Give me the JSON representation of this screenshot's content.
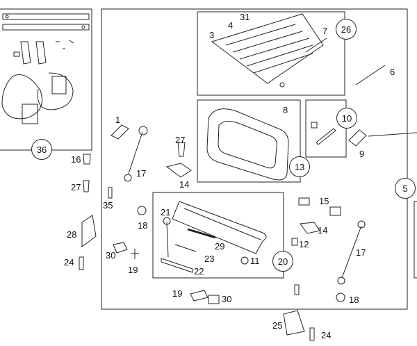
{
  "callouts": {
    "c1": "1",
    "c3": "3",
    "c4": "4",
    "c5": "5",
    "c6": "6",
    "c7": "7",
    "c8": "8",
    "c9": "9",
    "c10": "10",
    "c12": "12",
    "c13": "13",
    "c14a": "14",
    "c14b": "14",
    "c15": "15",
    "c16": "16",
    "c17a": "17",
    "c17b": "17",
    "c18a": "18",
    "c18b": "18",
    "c19a": "19",
    "c19b": "19",
    "c20": "20",
    "c21": "21",
    "c22": "22",
    "c23": "23",
    "c24a": "24",
    "c24b": "24",
    "c25": "25",
    "c26": "26",
    "c27a": "27",
    "c27b": "27",
    "c28": "28",
    "c29": "29",
    "c30a": "30",
    "c30b": "30",
    "c31": "31",
    "c35": "35",
    "c36": "36"
  }
}
